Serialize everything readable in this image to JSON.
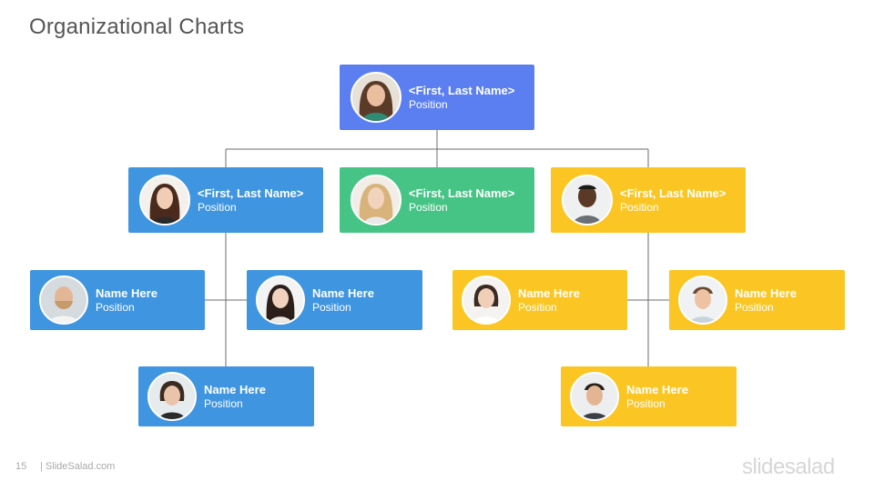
{
  "slide": {
    "title": "Organizational Charts",
    "page_number": "15",
    "site": "| SlideSalad.com",
    "brand": "slidesalad"
  },
  "nodes": {
    "top": {
      "name": "<First, Last Name>",
      "position": "Position",
      "color": "#5b7ff0"
    },
    "mid_left": {
      "name": "<First, Last Name>",
      "position": "Position",
      "color": "#3f95e0"
    },
    "mid_center": {
      "name": "<First, Last Name>",
      "position": "Position",
      "color": "#46c486"
    },
    "mid_right": {
      "name": "<First, Last Name>",
      "position": "Position",
      "color": "#fbc624"
    },
    "left_a": {
      "name": "Name Here",
      "position": "Position"
    },
    "left_b": {
      "name": "Name Here",
      "position": "Position"
    },
    "left_c": {
      "name": "Name Here",
      "position": "Position"
    },
    "right_a": {
      "name": "Name Here",
      "position": "Position"
    },
    "right_b": {
      "name": "Name Here",
      "position": "Position"
    },
    "right_c": {
      "name": "Name Here",
      "position": "Position"
    }
  }
}
